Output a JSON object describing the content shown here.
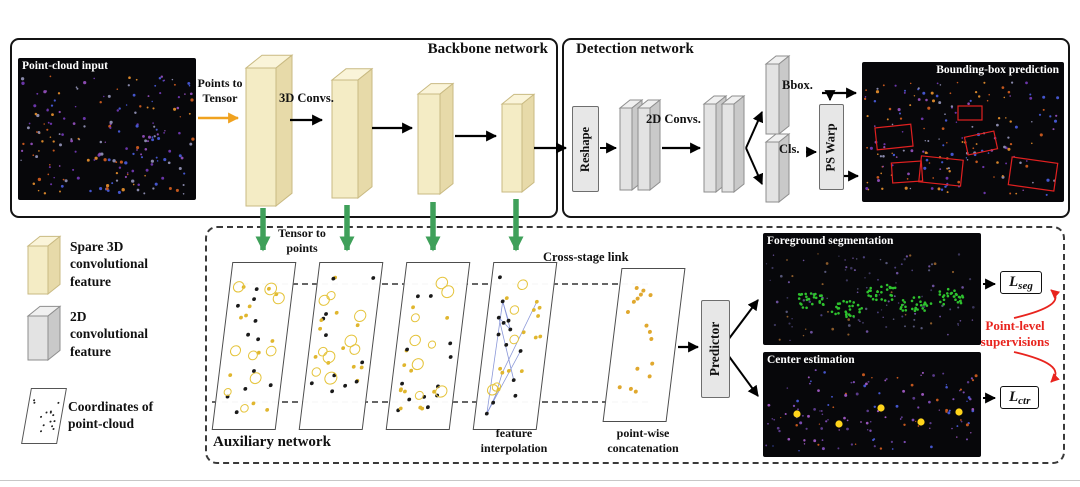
{
  "figure": {
    "backbone": {
      "title": "Backbone network",
      "input_label": "Point-cloud input",
      "points_to_tensor": "Points to\nTensor",
      "conv3d_label": "3D Convs.",
      "tensor_to_points": "Tensor to\npoints"
    },
    "detection": {
      "title": "Detection network",
      "reshape": "Reshape",
      "conv2d_label": "2D Convs.",
      "bbox_label": "Bbox.",
      "cls_label": "Cls.",
      "ps_warp": "PS Warp",
      "prediction_label": "Bounding-box prediction"
    },
    "auxiliary": {
      "title": "Auxiliary network",
      "cross_stage_link": "Cross-stage link",
      "feature_interpolation": "feature\ninterpolation",
      "point_wise_concatenation": "point-wise\nconcatenation",
      "predictor": "Predictor",
      "foreground_label": "Foreground segmentation",
      "center_label": "Center estimation",
      "loss_seg": {
        "main": "L",
        "sub": "seg"
      },
      "loss_ctr": {
        "main": "L",
        "sub": "ctr"
      },
      "supervisions": "Point-level\nsupervisions"
    },
    "legend": {
      "sparse3d": "Spare 3D\nconvolutional\nfeature",
      "conv2d": "2D\nconvolutional\nfeature",
      "coords": "Coordinates of\npoint-cloud"
    }
  },
  "colors": {
    "sparse_feature": "#f4ecc5",
    "conv2d_feature": "#e3e3e3",
    "tensor_arrow": "#3fa05a",
    "points_arrow": "#f0a21f",
    "supervision": "#e8241e",
    "bbox_outline": "#e02020",
    "foreground_points": "#2ec22e"
  }
}
